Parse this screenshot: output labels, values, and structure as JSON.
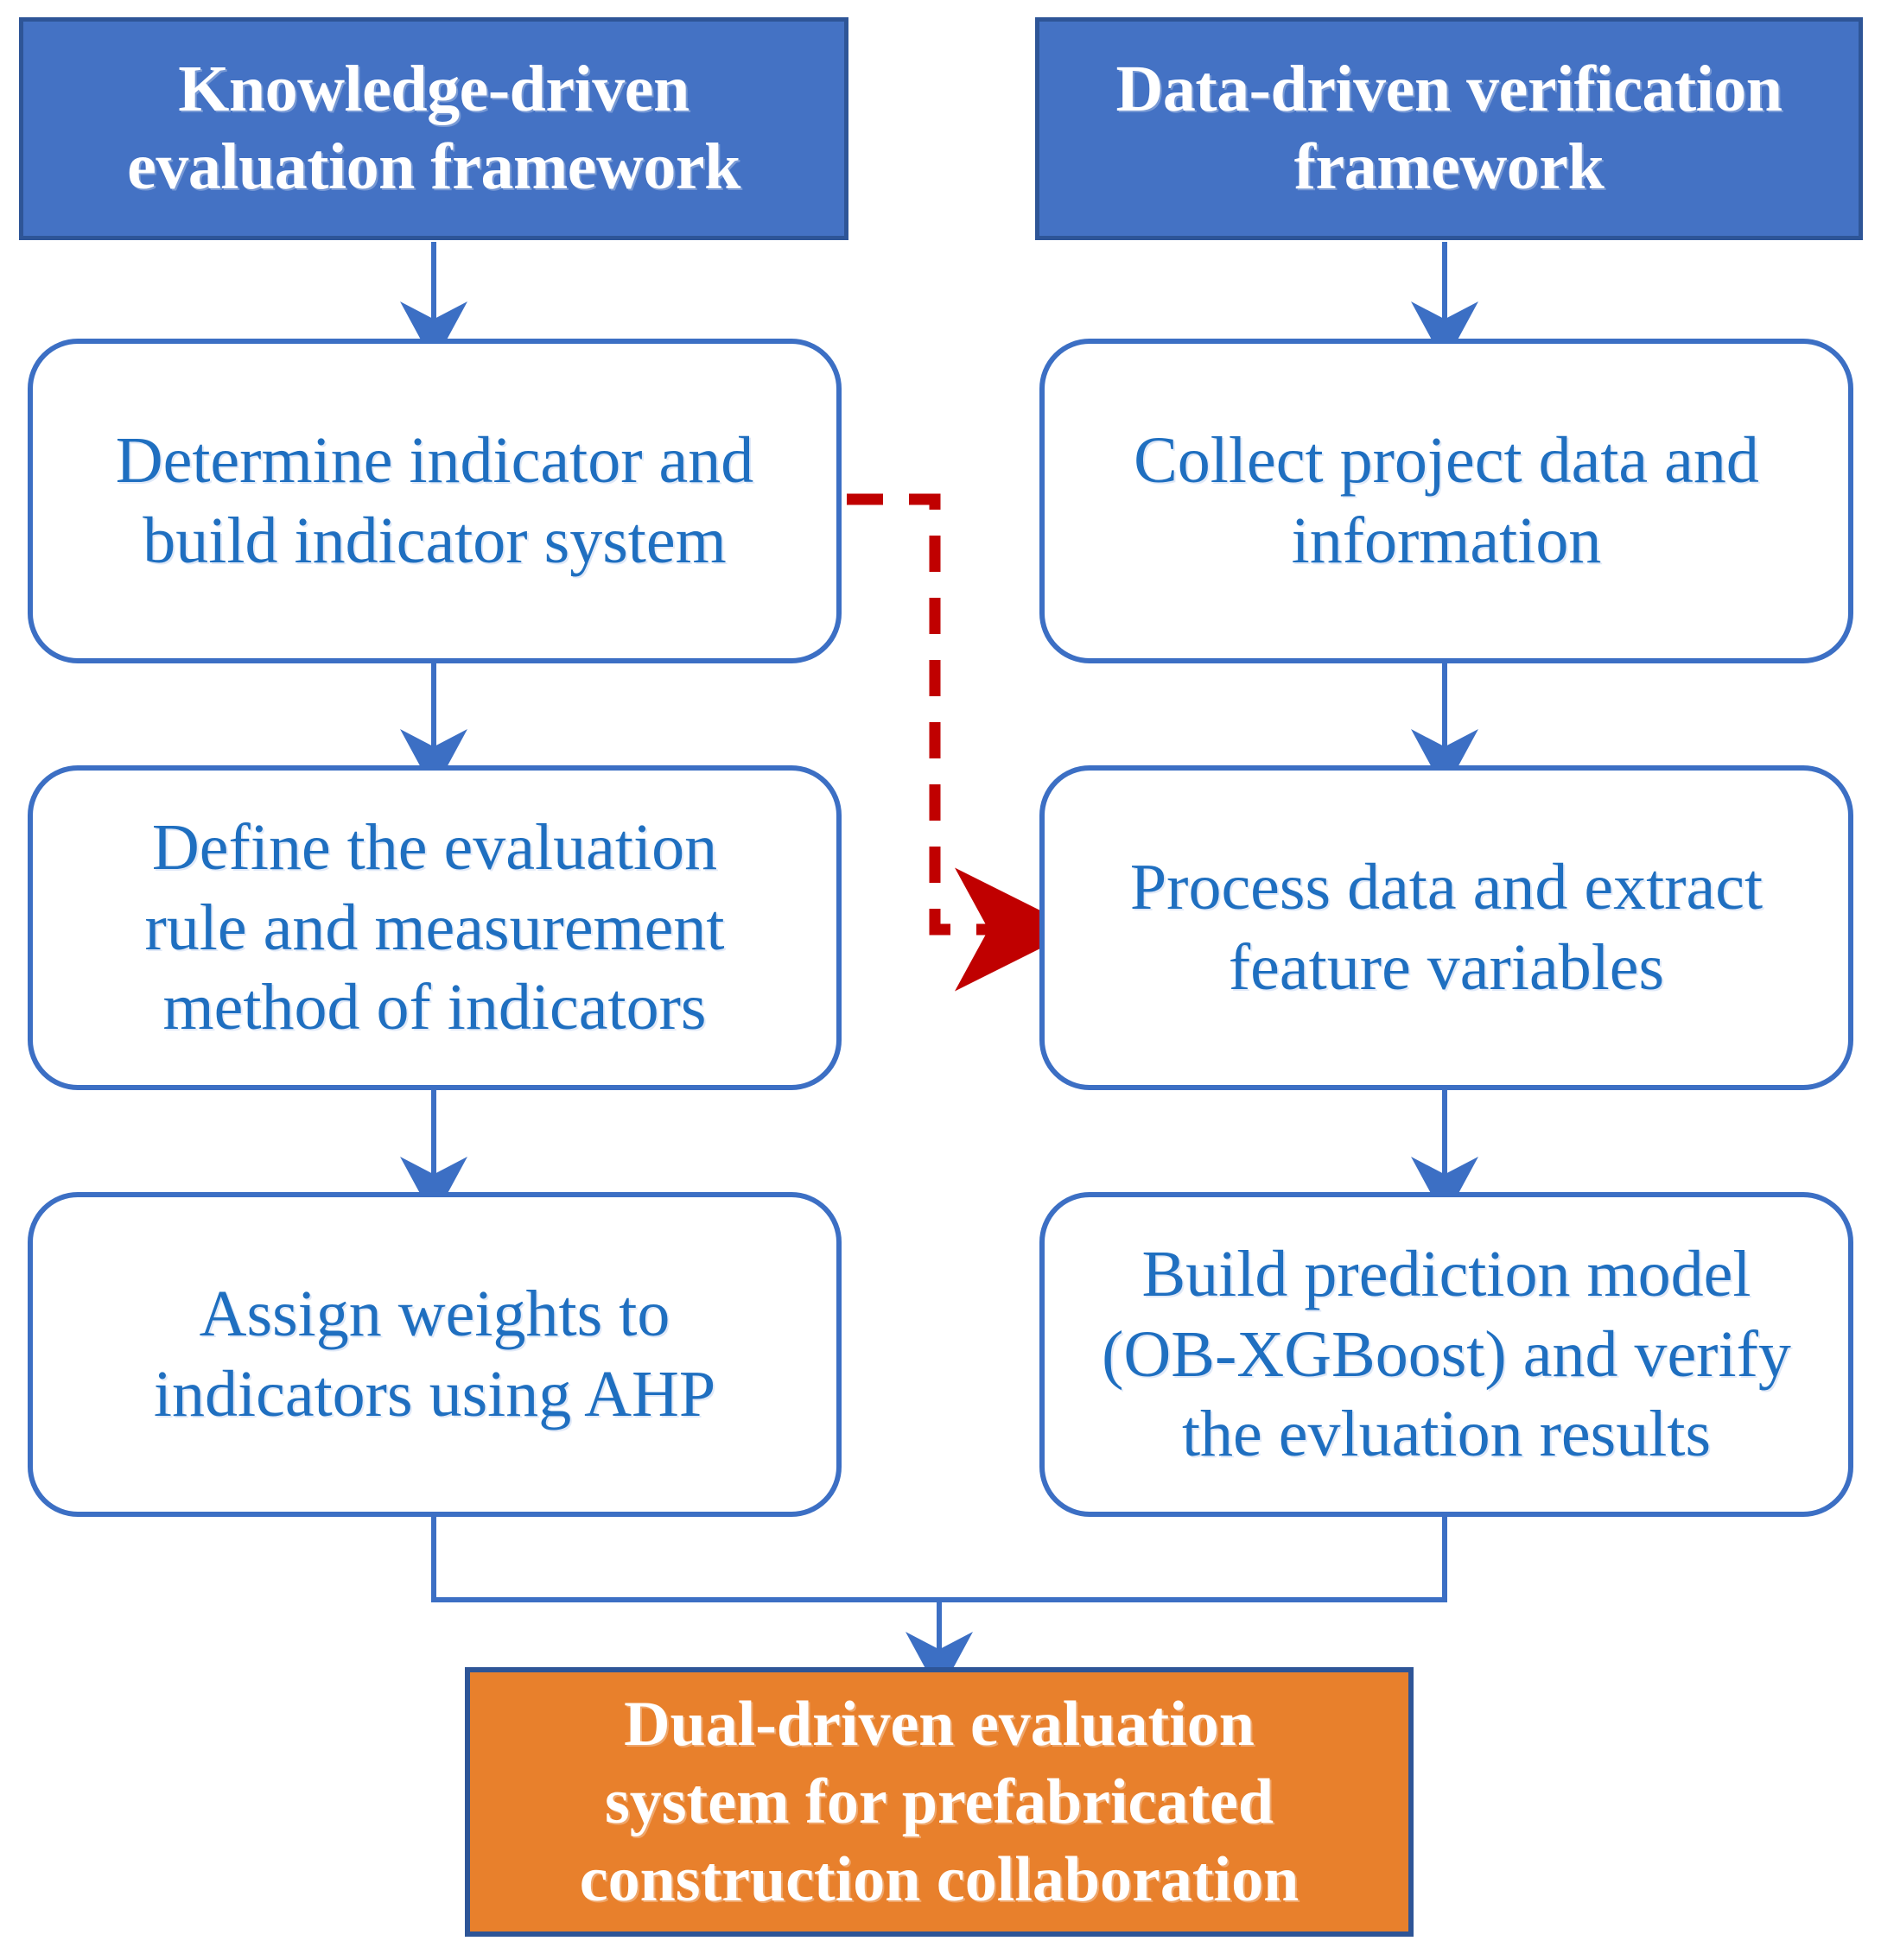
{
  "diagram": {
    "title": "Dual-driven evaluation system flowchart",
    "colors": {
      "header_fill": "#4472C4",
      "header_border": "#2E5597",
      "process_border": "#3C6FC4",
      "process_text": "#1F6FC0",
      "result_fill": "#E8802C",
      "result_border": "#2E5597",
      "arrow_solid": "#3C6FC4",
      "arrow_dashed": "#C00000",
      "background": "#FFFFFF"
    }
  },
  "left_column": {
    "header": {
      "line1": "Knowledge-driven",
      "line2": "evaluation framework"
    },
    "steps": [
      {
        "id": "determine-indicator",
        "line1": "Determine indicator and",
        "line2": "build indicator system"
      },
      {
        "id": "define-evaluation-rule",
        "line1": "Define the evaluation",
        "line2": "rule and measurement",
        "line3": "method of indicators"
      },
      {
        "id": "assign-weights",
        "line1": "Assign weights to",
        "line2": "indicators using AHP"
      }
    ]
  },
  "right_column": {
    "header": {
      "line1": "Data-driven verification",
      "line2": "framework"
    },
    "steps": [
      {
        "id": "collect-project-data",
        "line1": "Collect project data and",
        "line2": "information"
      },
      {
        "id": "process-data",
        "line1": "Process data and extract",
        "line2": "feature variables"
      },
      {
        "id": "build-prediction-model",
        "line1": "Build prediction model",
        "line2": "(OB-XGBoost) and verify",
        "line3": "the evluation results"
      }
    ]
  },
  "result": {
    "id": "dual-driven-evaluation-system",
    "line1": "Dual-driven evaluation",
    "line2": "system for prefabricated",
    "line3": "construction collaboration"
  },
  "connectors": {
    "cross_link": {
      "from": "determine-indicator",
      "to": "process-data",
      "style": "dashed",
      "color": "#C00000"
    }
  }
}
